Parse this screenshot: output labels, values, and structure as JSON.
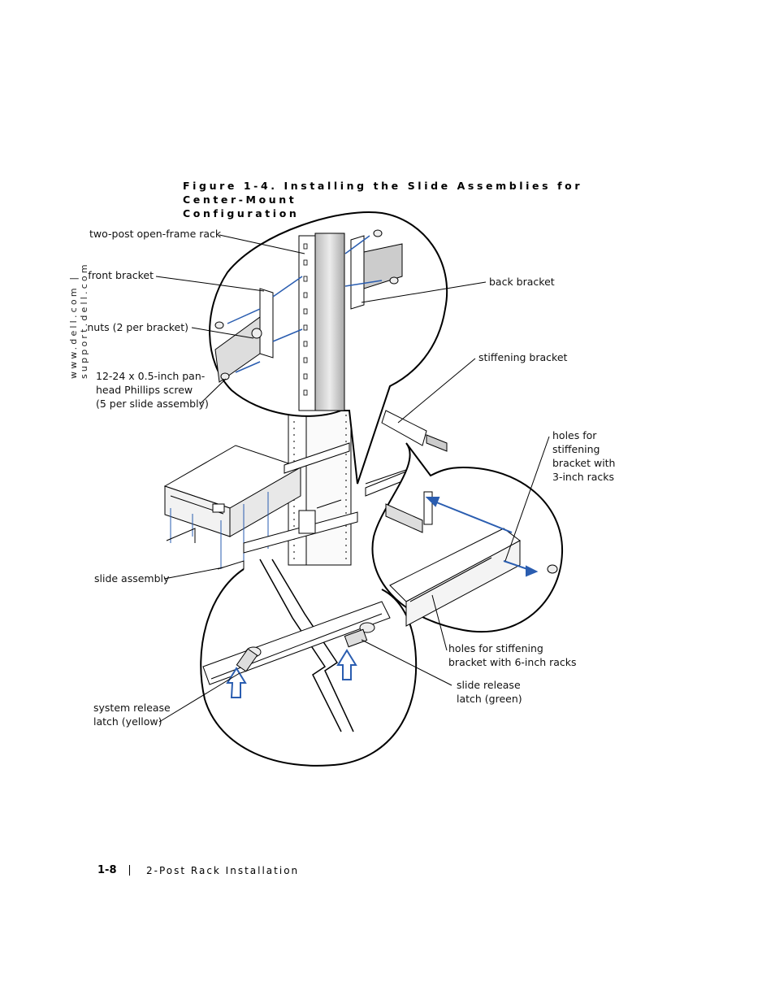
{
  "side_url": "www.dell.com | support.dell.com",
  "figure": {
    "title_line1": "Figure 1-4.   Installing the Slide Assemblies for Center-Mount",
    "title_line2": "Configuration"
  },
  "labels": {
    "two_post_rack": "two-post open-frame rack",
    "front_bracket": "front bracket",
    "nuts": "nuts (2 per bracket)",
    "screw_line1": "12-24 x 0.5-inch pan-",
    "screw_line2": "head Phillips screw",
    "screw_line3": "(5 per slide assembly)",
    "back_bracket": "back bracket",
    "stiffening_bracket": "stiffening bracket",
    "holes3_line1": "holes for",
    "holes3_line2": "stiffening",
    "holes3_line3": "bracket with",
    "holes3_line4": "3-inch racks",
    "slide_assembly": "slide assembly",
    "holes6_line1": "holes for stiffening",
    "holes6_line2": "bracket with 6-inch racks",
    "slide_release_line1": "slide release",
    "slide_release_line2": "latch (green)",
    "system_release_line1": "system release",
    "system_release_line2": "latch (yellow)"
  },
  "footer": {
    "page": "1-8",
    "section": "2-Post Rack Installation"
  },
  "colors": {
    "accent_blue": "#2a5db0"
  }
}
